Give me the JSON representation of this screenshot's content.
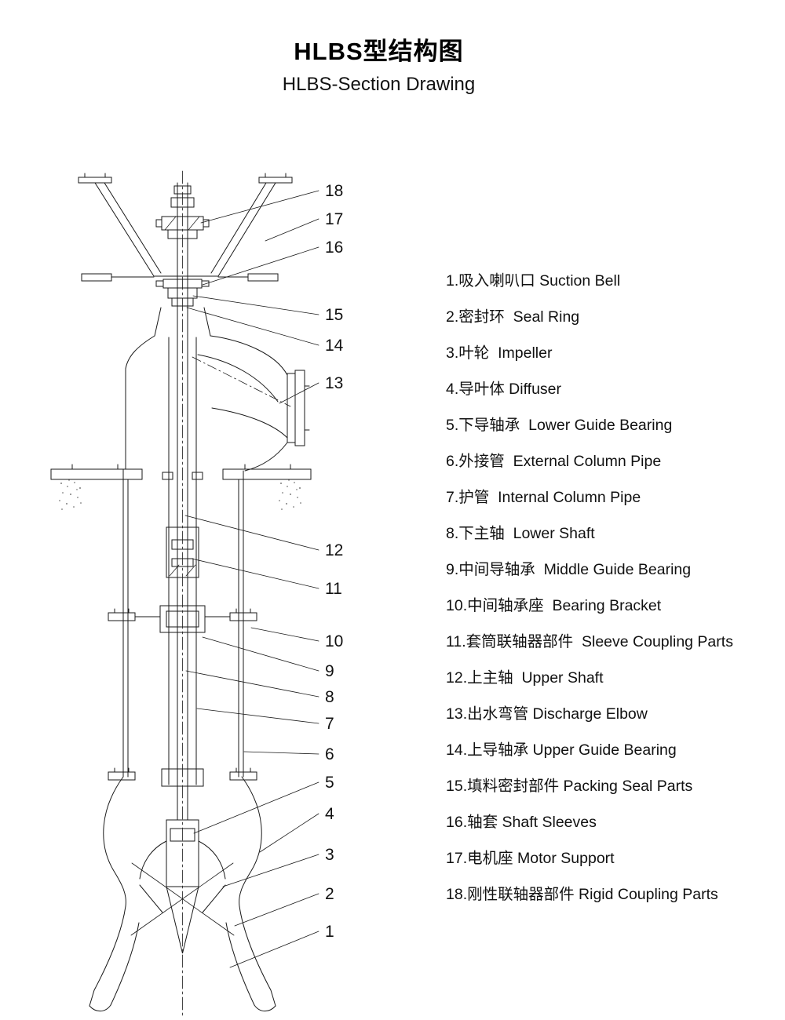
{
  "page": {
    "title": "HLBS型结构图",
    "subtitle": "HLBS-Section Drawing"
  },
  "callouts": [
    "18",
    "17",
    "16",
    "15",
    "14",
    "13",
    "12",
    "11",
    "10",
    "9",
    "8",
    "7",
    "6",
    "5",
    "4",
    "3",
    "2",
    "1"
  ],
  "legend": {
    "items": [
      "1.吸入喇叭口 Suction Bell",
      "2.密封环  Seal Ring",
      "3.叶轮  Impeller",
      "4.导叶体 Diffuser",
      "5.下导轴承  Lower Guide Bearing",
      "6.外接管  External Column Pipe",
      "7.护管  Internal Column Pipe",
      "8.下主轴  Lower Shaft",
      "9.中间导轴承  Middle Guide Bearing",
      "10.中间轴承座  Bearing Bracket",
      "11.套筒联轴器部件  Sleeve Coupling Parts",
      "12.上主轴  Upper Shaft",
      "13.出水弯管 Discharge Elbow",
      "14.上导轴承 Upper Guide Bearing",
      "15.填料密封部件 Packing Seal Parts",
      "16.轴套 Shaft Sleeves",
      "17.电机座 Motor Support",
      "18.刚性联轴器部件 Rigid Coupling Parts"
    ]
  },
  "drawing": {
    "ink_color": "#1a1a1a",
    "type": "pump-cross-section"
  }
}
